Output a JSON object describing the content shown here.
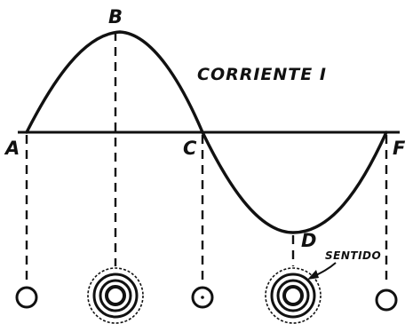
{
  "points": {
    "a": "A",
    "b": "B",
    "c": "C",
    "d": "D",
    "f": "F"
  },
  "curve_label": "CORRIENTE I",
  "direction_label": "SENTIDO",
  "coil_states": [
    {
      "id": "A",
      "rings": 1
    },
    {
      "id": "B",
      "rings": 4
    },
    {
      "id": "C",
      "rings": 1
    },
    {
      "id": "D",
      "rings": 4
    },
    {
      "id": "F",
      "rings": 1
    }
  ],
  "colors": {
    "ink": "#111111",
    "paper": "#ffffff"
  }
}
